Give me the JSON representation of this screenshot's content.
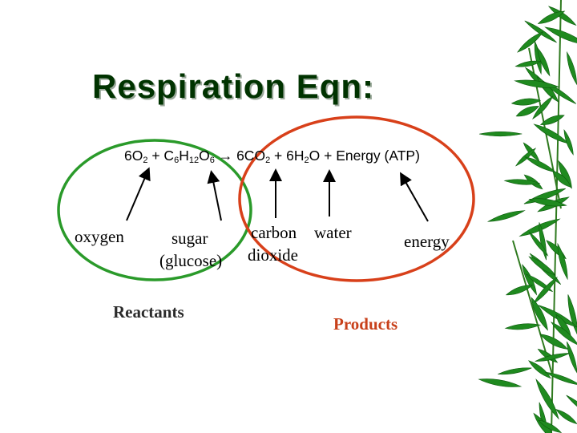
{
  "title": "Respiration Eqn:",
  "equation": {
    "parts": [
      {
        "t": "6O"
      },
      {
        "s": "2"
      },
      {
        "t": " + C"
      },
      {
        "s": "6"
      },
      {
        "t": "H"
      },
      {
        "s": "12"
      },
      {
        "t": "O"
      },
      {
        "s": "6"
      },
      {
        "t": " → 6CO"
      },
      {
        "s": "2"
      },
      {
        "t": " + 6H"
      },
      {
        "s": "2"
      },
      {
        "t": "O + Energy (ATP)"
      }
    ]
  },
  "labels": {
    "oxygen": "oxygen",
    "sugar": "sugar",
    "glucose": "(glucose)",
    "carbon": "carbon",
    "dioxide": "dioxide",
    "water": "water",
    "energy": "energy"
  },
  "groups": {
    "reactants": "Reactants",
    "products": "Products"
  },
  "colors": {
    "title": "#003300",
    "reactants_circle": "#2a9a2a",
    "products_circle": "#d8401a",
    "reactants_text": "#2b2b2b",
    "products_text": "#c8401a",
    "bamboo_leaf": "#1f8a1f"
  }
}
